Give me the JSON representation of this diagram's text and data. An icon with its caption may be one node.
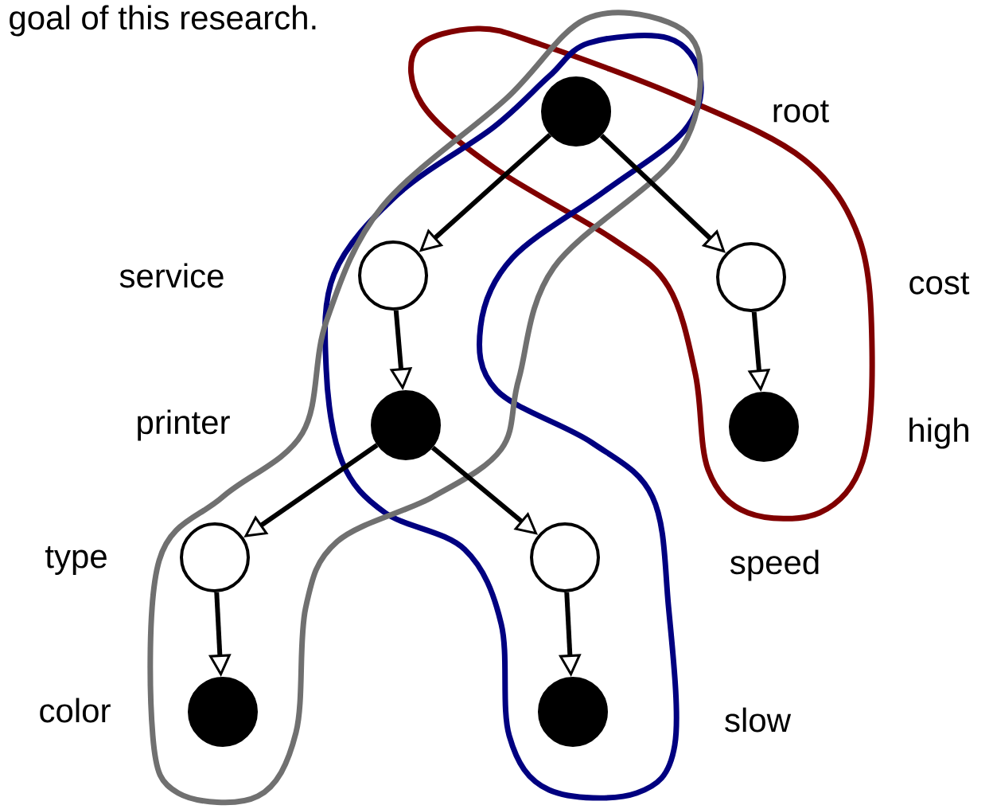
{
  "diagram": {
    "nodes": [
      {
        "text": [],
        "shape": "circle"
      },
      {
        "text": [],
        "shape": "circle"
      },
      {
        "text": [],
        "shape": "circle"
      },
      {
        "text": [],
        "shape": "circle"
      },
      {
        "text": [],
        "shape": "circle"
      },
      {
        "text": [],
        "shape": "circle"
      },
      {
        "text": [],
        "shape": "circle"
      },
      {
        "text": [],
        "shape": "circle"
      },
      {
        "text": [],
        "shape": "circle"
      }
    ],
    "edges": [
      {
        "from": 0,
        "to": 1,
        "arrow": "to"
      },
      {
        "from": 0,
        "to": 2,
        "arrow": "to"
      },
      {
        "from": 1,
        "to": 3,
        "arrow": "to"
      },
      {
        "from": 2,
        "to": 4,
        "arrow": "to"
      },
      {
        "from": 3,
        "to": 5,
        "arrow": "to"
      },
      {
        "from": 3,
        "to": 6,
        "arrow": "to"
      },
      {
        "from": 5,
        "to": 7,
        "arrow": "to"
      },
      {
        "from": 6,
        "to": 8,
        "arrow": "to"
      }
    ],
    "labels": [
      "goal of this research.",
      "root",
      "service",
      "cost",
      "printer",
      "high",
      "type",
      "speed",
      "color",
      "slow"
    ]
  }
}
